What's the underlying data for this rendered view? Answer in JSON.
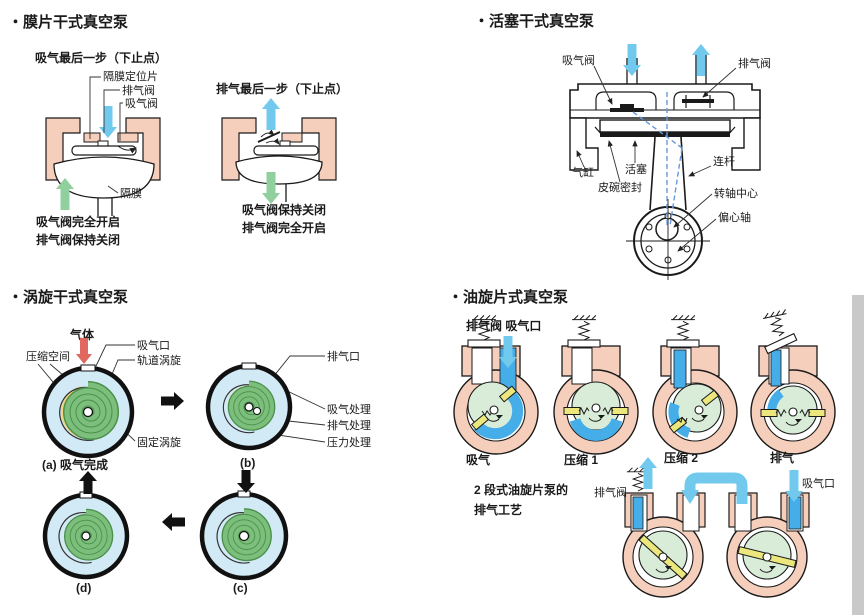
{
  "colors": {
    "housing_pink": "#f6cfbc",
    "arrow_blue": "#72c9ee",
    "arrow_green": "#90cf9e",
    "arrow_red": "#e0685f",
    "scroll_interior_blue": "#d2eaf6",
    "scroll_green": "#7cbf7c",
    "scroll_yellow": "#f3d37e",
    "scroll_pink": "#f0919b",
    "rotor_green": "#d8ecd8",
    "oil_blue": "#45aee8",
    "vane_yellow": "#ece77d"
  },
  "diaphragm_panel": {
    "title": "・膜片干式真空泵",
    "state1": {
      "caption": "吸气最后一步（下止点）",
      "label_positioner": "隔膜定位片",
      "label_exhaust_valve": "排气阀",
      "label_intake_valve": "吸气阀",
      "label_diaphragm": "隔膜",
      "note_line1": "吸气阀完全开启",
      "note_line2": "排气阀保持关闭"
    },
    "state2": {
      "caption": "排气最后一步（下止点）",
      "note_line1": "吸气阀保持关闭",
      "note_line2": "排气阀完全开启"
    }
  },
  "piston_panel": {
    "title": "・活塞干式真空泵",
    "label_intake_valve": "吸气阀",
    "label_exhaust_valve": "排气阀",
    "label_cylinder": "气缸",
    "label_piston": "活塞",
    "label_cup_seal": "皮碗密封",
    "label_connecting_rod": "连杆",
    "label_shaft_center": "转轴中心",
    "label_eccentric_shaft": "偏心轴"
  },
  "scroll_panel": {
    "title": "・涡旋干式真空泵",
    "label_gas": "气体",
    "label_intake_port": "吸气口",
    "label_orbiting_scroll": "轨道涡旋",
    "label_compression_space": "压缩空间",
    "label_fixed_scroll": "固定涡旋",
    "label_exhaust_port": "排气口",
    "label_suction_process": "吸气处理",
    "label_exhaust_process": "排气处理",
    "label_pressure_process": "压力处理",
    "caption_a": "(a) 吸气完成",
    "caption_b": "(b)",
    "caption_c": "(c)",
    "caption_d": "(d)"
  },
  "vane_panel": {
    "title": "・油旋片式真空泵",
    "label_exhaust_intake": "排气阀 吸气口",
    "caption_suction": "吸气",
    "caption_compress1": "压缩 1",
    "caption_compress2": "压缩 2",
    "caption_exhaust": "排气",
    "note_line1": "2 段式油旋片泵的",
    "note_line2": "排气工艺",
    "label_exhaust_valve2": "排气阀",
    "label_intake_port2": "吸气口"
  }
}
